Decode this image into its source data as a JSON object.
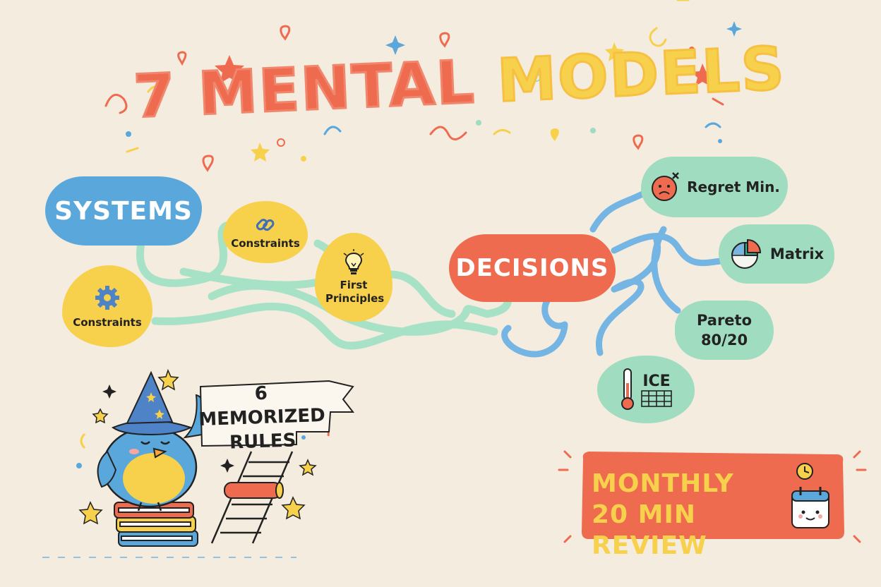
{
  "title": {
    "part1": "7 MENTAL",
    "part2": "MODELS"
  },
  "colors": {
    "background": "#f4ecdf",
    "coral": "#ef6b4f",
    "yellow": "#f7d04c",
    "blue": "#5aa7dc",
    "mint": "#9fdcc0",
    "ink": "#222222"
  },
  "systems": {
    "label": "SYSTEMS",
    "nodes": [
      {
        "label": "Constraints",
        "icon": "link-icon"
      },
      {
        "label": "Constraints",
        "icon": "gear-icon"
      },
      {
        "label": "First Principles",
        "icon": "lightbulb-icon"
      }
    ]
  },
  "decisions": {
    "label": "DECISIONS",
    "nodes": [
      {
        "label": "Regret Min.",
        "icon": "sad-face-icon"
      },
      {
        "label": "Matrix",
        "icon": "pie-chart-icon"
      },
      {
        "label": "Pareto 80/20",
        "icon": ""
      },
      {
        "label": "ICE",
        "icon": "thermometer-icon"
      }
    ]
  },
  "banner": {
    "line1": "6 MEMORIZED",
    "line2": "RULES"
  },
  "review": {
    "line1": "MONTHLY",
    "line2": "20 MIN REVIEW",
    "icon": "calendar-clock-icon"
  }
}
